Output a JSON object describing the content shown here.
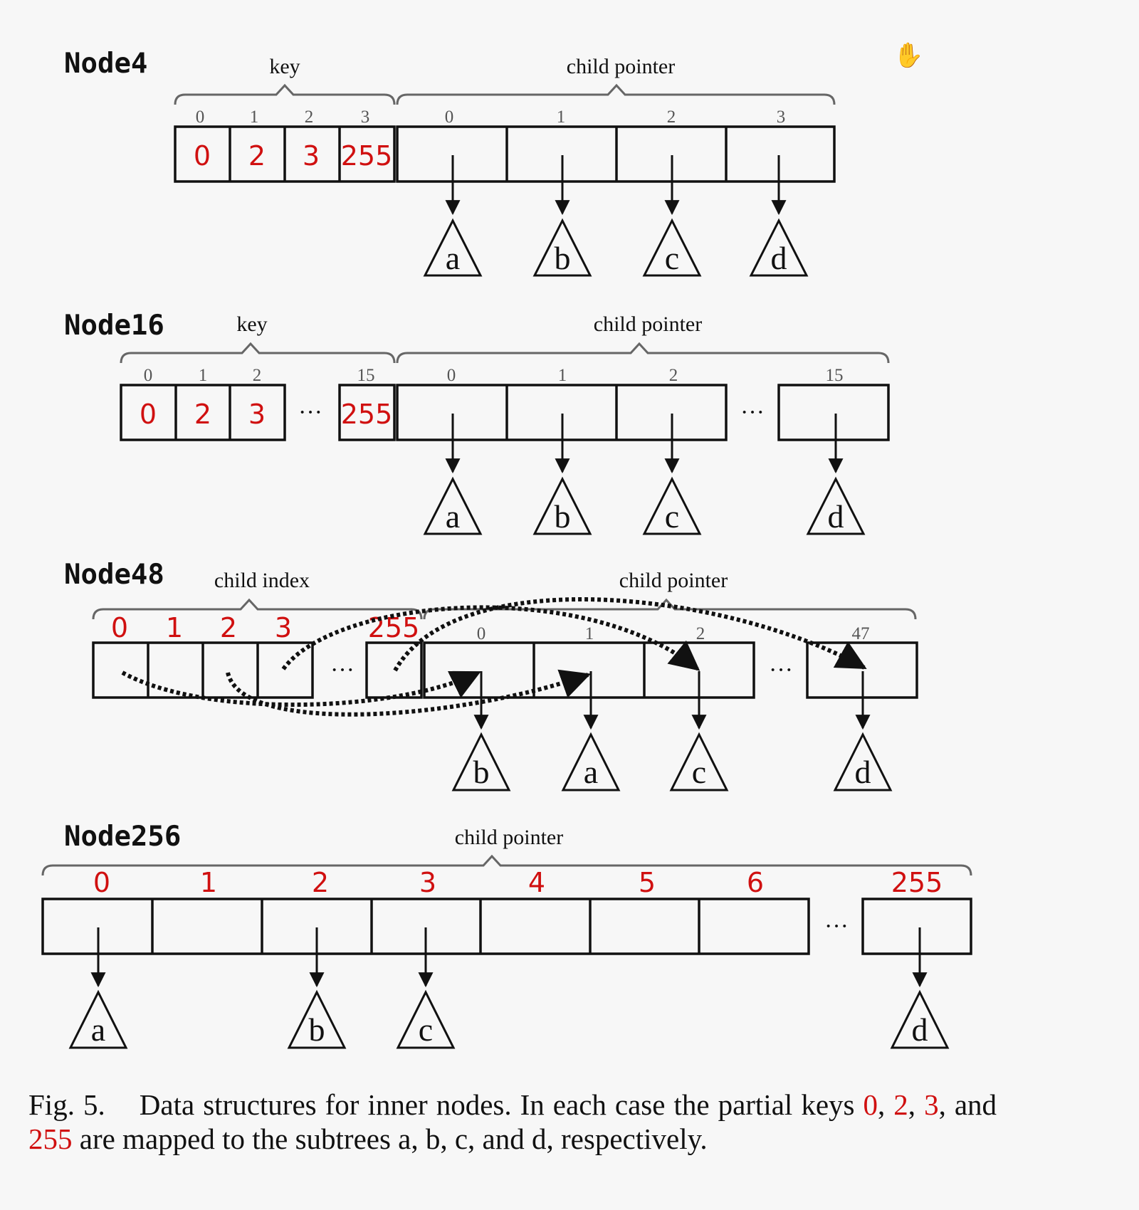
{
  "node4": {
    "title": "Node4",
    "key_label": "key",
    "child_label": "child pointer",
    "key_indices": [
      "0",
      "1",
      "2",
      "3"
    ],
    "keys": [
      "0",
      "2",
      "3",
      "255"
    ],
    "child_indices": [
      "0",
      "1",
      "2",
      "3"
    ],
    "leaves": [
      "a",
      "b",
      "c",
      "d"
    ]
  },
  "node16": {
    "title": "Node16",
    "key_label": "key",
    "child_label": "child pointer",
    "key_indices": [
      "0",
      "1",
      "2",
      "15"
    ],
    "keys": [
      "0",
      "2",
      "3",
      "255"
    ],
    "child_indices": [
      "0",
      "1",
      "2",
      "15"
    ],
    "leaves": [
      "a",
      "b",
      "c",
      "d"
    ],
    "ellipsis": "···"
  },
  "node48": {
    "title": "Node48",
    "index_label": "child index",
    "child_label": "child pointer",
    "keys": [
      "0",
      "1",
      "2",
      "3",
      "255"
    ],
    "child_indices": [
      "0",
      "1",
      "2",
      "47"
    ],
    "leaves": [
      "b",
      "a",
      "c",
      "d"
    ],
    "ellipsis": "···"
  },
  "node256": {
    "title": "Node256",
    "child_label": "child pointer",
    "keys": [
      "0",
      "1",
      "2",
      "3",
      "4",
      "5",
      "6",
      "255"
    ],
    "leaves": [
      "a",
      "b",
      "c",
      "d"
    ],
    "ellipsis": "···"
  },
  "caption": {
    "prefix": "Fig. 5.",
    "t1": "Data structures for inner nodes. In each case the partial keys ",
    "k0": "0",
    "sep1": ", ",
    "k1": "2",
    "sep2": ", ",
    "k2": "3",
    "sep3": ", and ",
    "k3": "255",
    "t2": " are mapped to the subtrees a, b, c, and d, respectively."
  },
  "cursor_icon": "hand-cursor-icon"
}
